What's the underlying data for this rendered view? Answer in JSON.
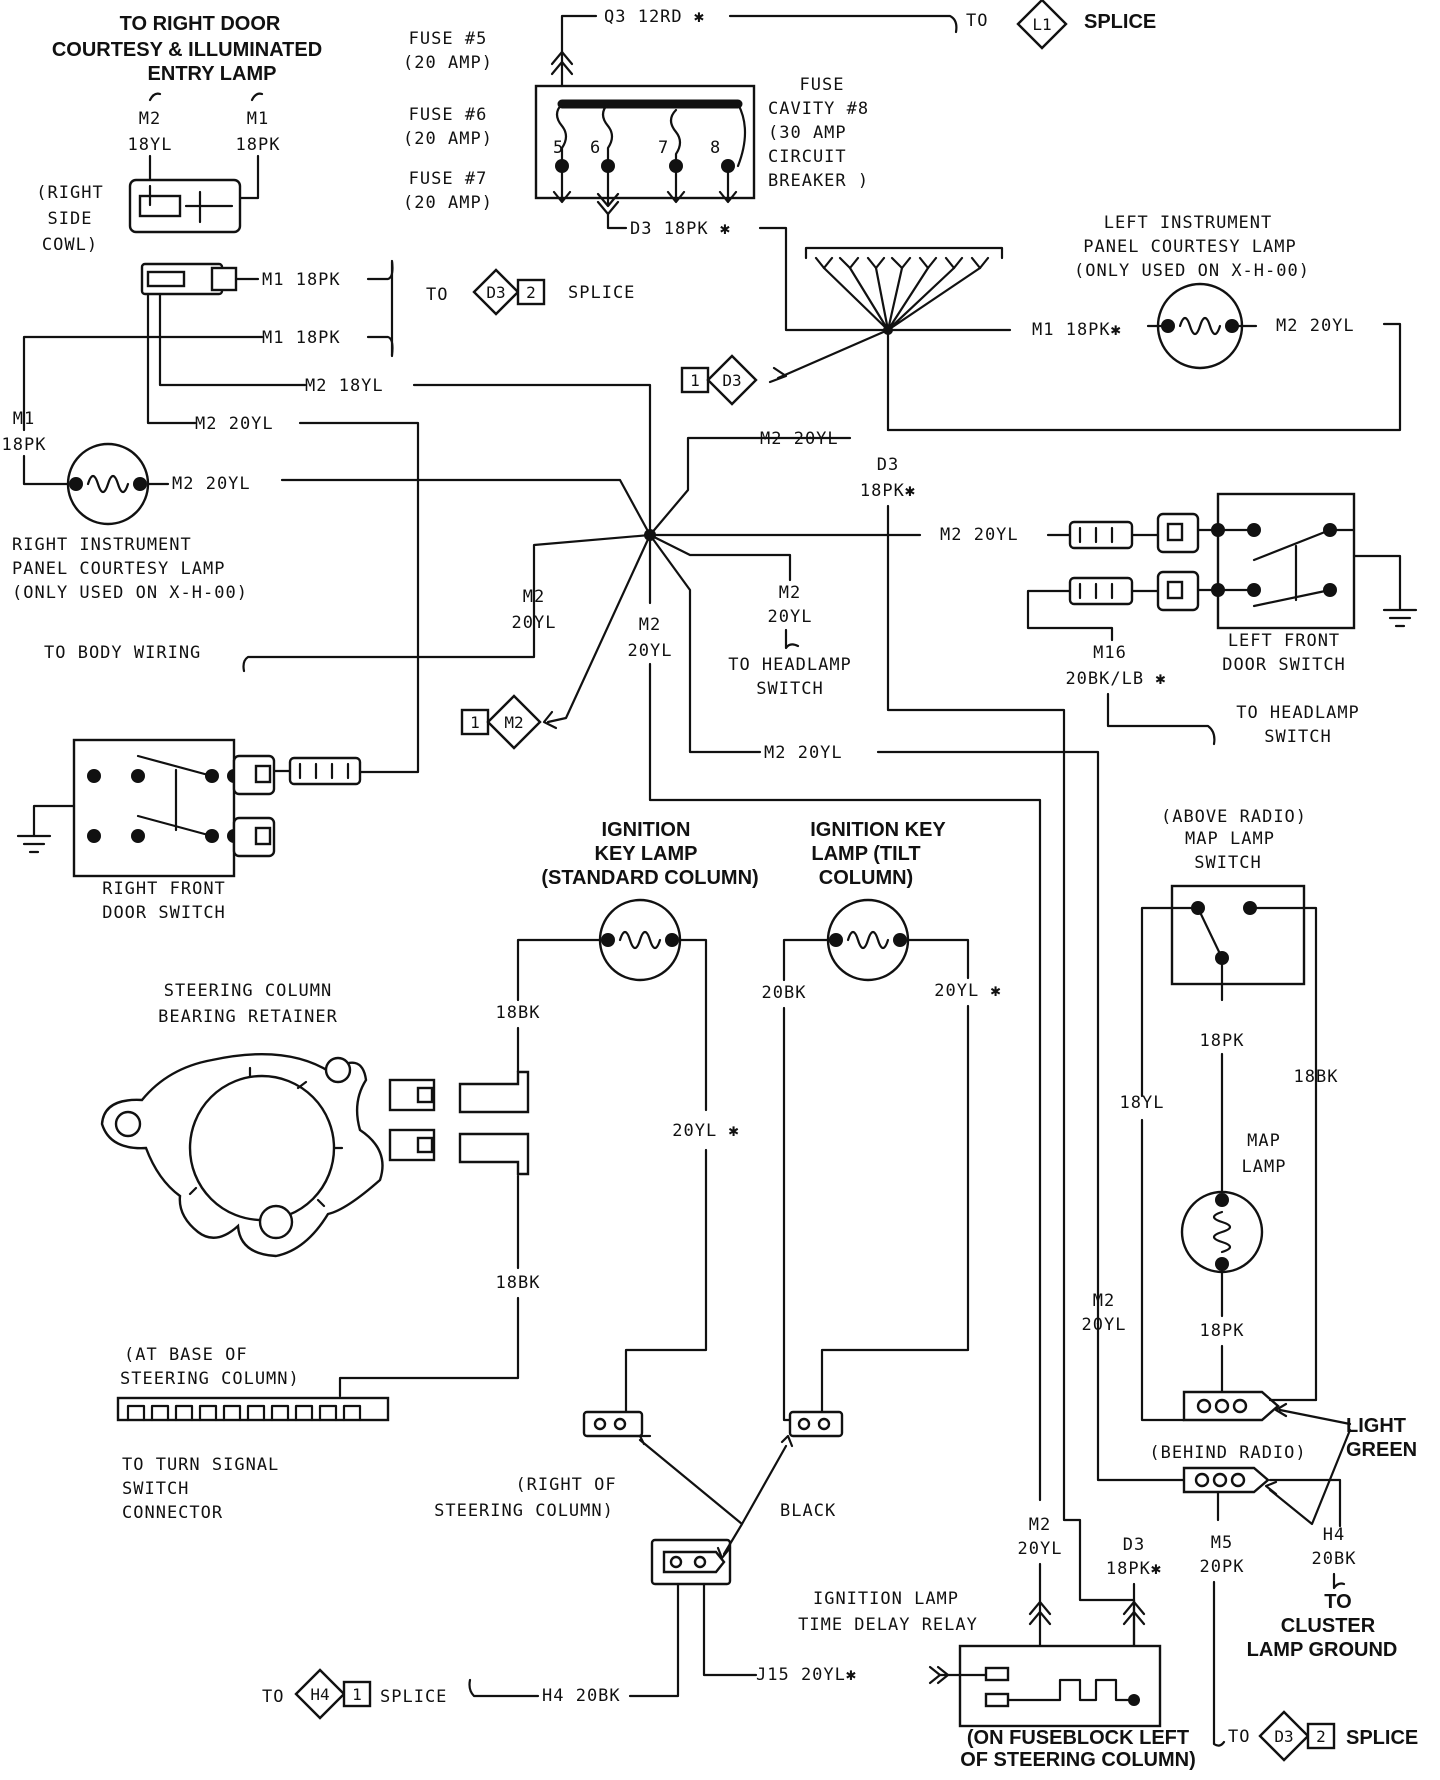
{
  "right_door_lamp": {
    "title": [
      "TO RIGHT DOOR",
      "COURTESY & ILLUMINATED",
      "ENTRY LAMP"
    ],
    "wire1": [
      "M2",
      "18YL"
    ],
    "wire2": [
      "M1",
      "18PK"
    ],
    "location": [
      "(RIGHT",
      "SIDE",
      "COWL)"
    ]
  },
  "fuses": {
    "fuse5": [
      "FUSE #5",
      "(20 AMP)"
    ],
    "fuse6": [
      "FUSE #6",
      "(20 AMP)"
    ],
    "fuse7": [
      "FUSE #7",
      "(20 AMP)"
    ],
    "cavity": [
      "FUSE",
      "CAVITY #8",
      "(30 AMP",
      "CIRCUIT",
      "BREAKER )"
    ],
    "numbers": [
      "5",
      "6",
      "7",
      "8"
    ]
  },
  "top_wire": {
    "label": "Q3 12RD ✱",
    "to": "TO",
    "splice_code": "L1",
    "splice": "SPLICE"
  },
  "d3_top_wire": "D3 18PK ✱",
  "d3_splice": {
    "to": "TO",
    "code": "D3",
    "num": "2",
    "label": "SPLICE"
  },
  "wires": {
    "m1_18pk": "M1 18PK",
    "m2_18yl": "M2 18YL",
    "m2_20yl": "M2 20YL",
    "m1_18pk_left": [
      "M1",
      "18PK"
    ],
    "m1_18pk_star": "M1 18PK✱",
    "d3_18pk_star": [
      "D3",
      "18PK✱"
    ],
    "m2_20yl_stack": [
      "M2",
      "20YL"
    ],
    "m16": [
      "M16",
      "20BK/LB ✱"
    ]
  },
  "connector_d3": {
    "num": "1",
    "code": "D3"
  },
  "connector_m2": {
    "num": "1",
    "code": "M2"
  },
  "left_lamp": [
    "LEFT INSTRUMENT",
    "PANEL COURTESY LAMP",
    "(ONLY USED ON X-H-00)"
  ],
  "right_lamp": [
    "RIGHT INSTRUMENT",
    "PANEL COURTESY LAMP",
    "(ONLY USED ON X-H-00)"
  ],
  "body_wiring": "TO BODY WIRING",
  "headlamp1": [
    "TO HEADLAMP",
    "SWITCH"
  ],
  "headlamp2": [
    "TO HEADLAMP",
    "SWITCH"
  ],
  "left_door_switch": [
    "LEFT FRONT",
    "DOOR SWITCH"
  ],
  "right_door_switch": [
    "RIGHT FRONT",
    "DOOR SWITCH"
  ],
  "ign_std": [
    "IGNITION",
    "KEY LAMP",
    "(STANDARD COLUMN)"
  ],
  "ign_tilt": [
    "IGNITION KEY",
    "LAMP (TILT",
    "COLUMN)"
  ],
  "map_switch": [
    "(ABOVE RADIO)",
    "MAP LAMP",
    "SWITCH"
  ],
  "map_lamp": [
    "MAP",
    "LAMP"
  ],
  "steering": [
    "STEERING COLUMN",
    "BEARING RETAINER"
  ],
  "wire_18bk": "18BK",
  "wire_20bk": "20BK",
  "wire_20yl_star": "20YL ✱",
  "wire_18pk": "18PK",
  "wire_18yl": "18YL",
  "base_column": [
    "(AT BASE OF",
    "STEERING COLUMN)"
  ],
  "turn_signal": [
    "TO TURN SIGNAL",
    "SWITCH",
    "CONNECTOR"
  ],
  "right_column": [
    "(RIGHT OF",
    "STEERING COLUMN)"
  ],
  "black": "BLACK",
  "behind_radio": "(BEHIND RADIO)",
  "light_green": [
    "LIGHT",
    "GREEN"
  ],
  "h4": [
    "H4",
    "20BK"
  ],
  "m5": [
    "M5",
    "20PK"
  ],
  "cluster": [
    "TO",
    "CLUSTER",
    "LAMP GROUND"
  ],
  "relay": [
    "IGNITION LAMP",
    "TIME DELAY RELAY"
  ],
  "relay_loc": [
    "(ON FUSEBLOCK LEFT",
    "OF STEERING COLUMN)"
  ],
  "h4_wire": "H4 20BK",
  "j15_wire": "J15 20YL✱",
  "h4_splice": {
    "to": "TO",
    "code": "H4",
    "num": "1",
    "label": "SPLICE"
  },
  "d3_splice_bottom": {
    "to": "TO",
    "code": "D3",
    "num": "2",
    "label": "SPLICE"
  }
}
